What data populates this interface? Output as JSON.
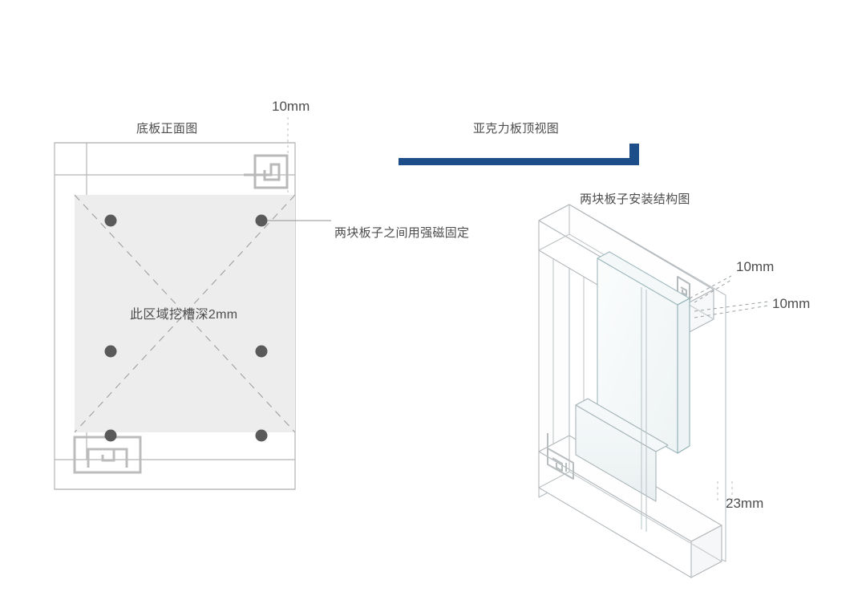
{
  "document": {
    "type": "technical-assembly-drawing",
    "background_color": "#ffffff",
    "line_color": "#b3b3b3",
    "dark_line_color": "#6e6e6e",
    "text_color": "#4d4d4d",
    "accent_blue": "#1d4e89",
    "recess_fill": "#ededed",
    "magnet_color": "#5a5a5a",
    "glass_edge_color": "#7fa6ad"
  },
  "views": {
    "front_view": {
      "title": "底板正面图",
      "dimension_top": "10mm",
      "recess_note": "此区域挖槽深2mm",
      "magnet_count": 6,
      "ornament": "greek-key-spiral"
    },
    "top_view": {
      "title": "亚克力板顶视图",
      "profile_shape": "L-profile",
      "color": "#1d4e89"
    },
    "assembly_view": {
      "title": "两块板子安装结构图",
      "dimension_panel_thickness": "10mm",
      "dimension_panel_offset": "10mm",
      "dimension_base_depth": "23mm"
    }
  },
  "annotations": {
    "magnet_note": "两块板子之间用强磁固定"
  }
}
